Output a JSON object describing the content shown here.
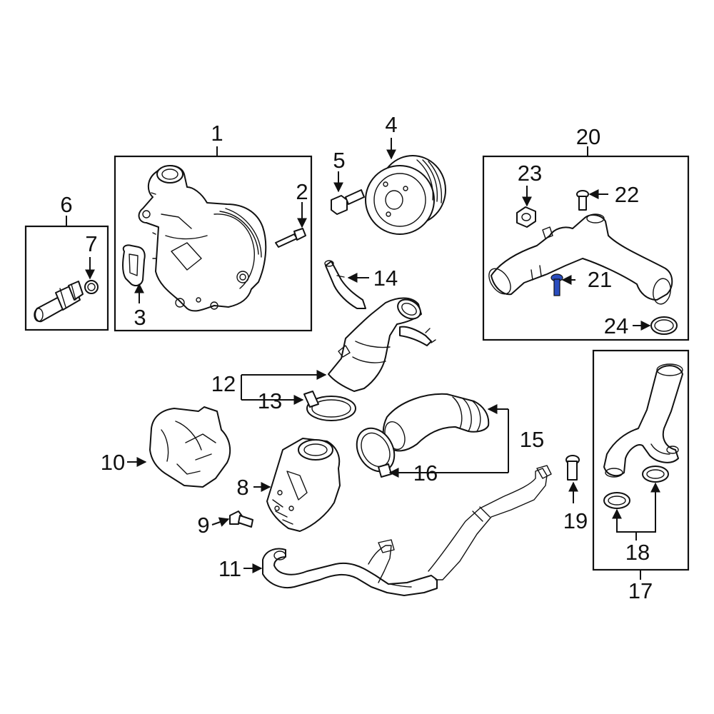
{
  "callouts": [
    {
      "id": "c1",
      "label": "1"
    },
    {
      "id": "c2",
      "label": "2"
    },
    {
      "id": "c3",
      "label": "3"
    },
    {
      "id": "c4",
      "label": "4"
    },
    {
      "id": "c5",
      "label": "5"
    },
    {
      "id": "c6",
      "label": "6"
    },
    {
      "id": "c7",
      "label": "7"
    },
    {
      "id": "c8",
      "label": "8"
    },
    {
      "id": "c9",
      "label": "9"
    },
    {
      "id": "c10",
      "label": "10"
    },
    {
      "id": "c11",
      "label": "11"
    },
    {
      "id": "c12",
      "label": "12"
    },
    {
      "id": "c13",
      "label": "13"
    },
    {
      "id": "c14",
      "label": "14"
    },
    {
      "id": "c15",
      "label": "15"
    },
    {
      "id": "c16",
      "label": "16"
    },
    {
      "id": "c17",
      "label": "17"
    },
    {
      "id": "c18",
      "label": "18"
    },
    {
      "id": "c19",
      "label": "19"
    },
    {
      "id": "c20",
      "label": "20"
    },
    {
      "id": "c21",
      "label": "21"
    },
    {
      "id": "c22",
      "label": "22"
    },
    {
      "id": "c23",
      "label": "23"
    },
    {
      "id": "c24",
      "label": "24"
    }
  ],
  "colors": {
    "line": "#111111",
    "background": "#ffffff",
    "highlight": "#2a4dbf"
  },
  "highlighted_part": "21"
}
